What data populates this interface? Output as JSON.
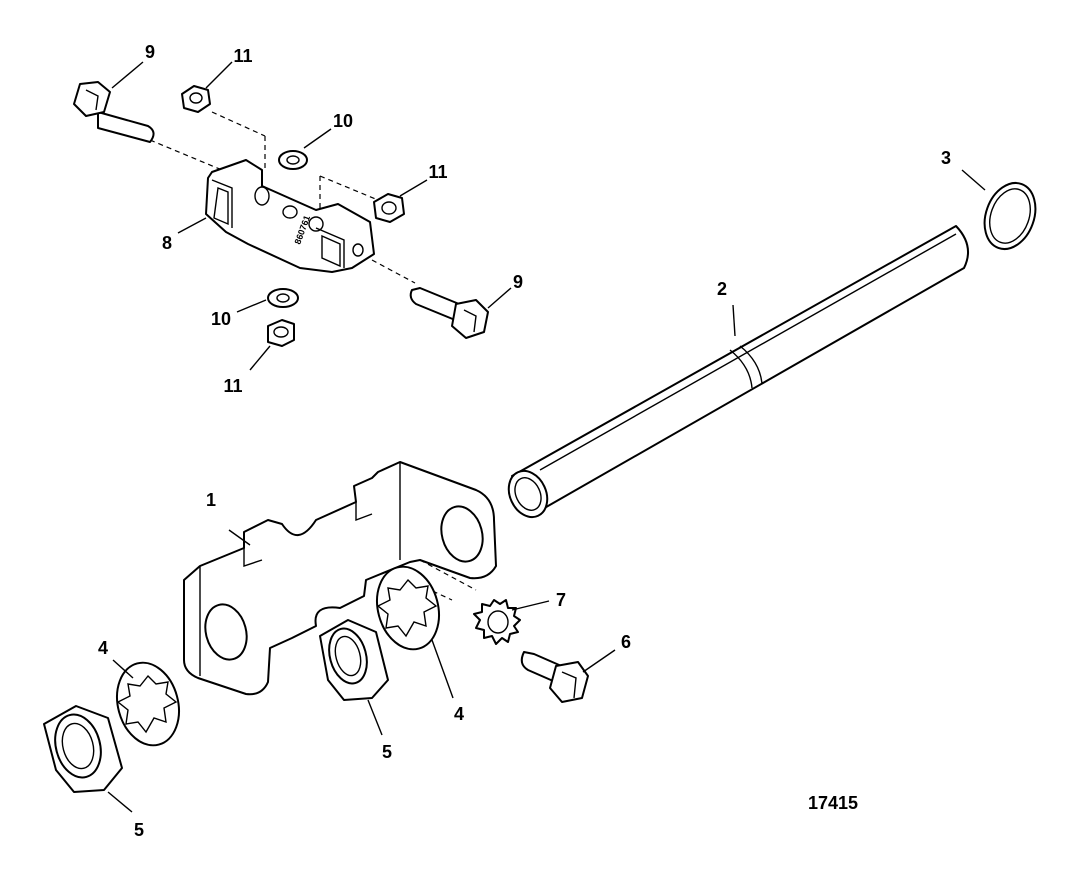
{
  "figure_id": "17415",
  "callouts": [
    "1",
    "2",
    "3",
    "4",
    "4",
    "5",
    "5",
    "6",
    "7",
    "8",
    "9",
    "9",
    "10",
    "10",
    "11",
    "11",
    "11"
  ],
  "part_stamp": "860761"
}
